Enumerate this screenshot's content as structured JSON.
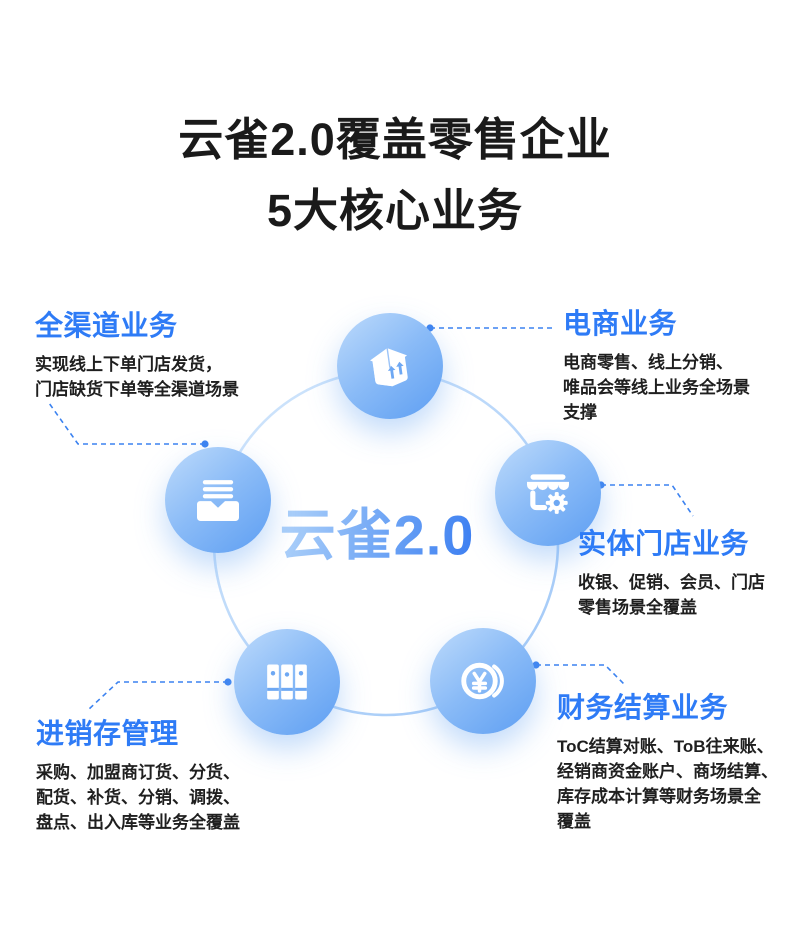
{
  "page": {
    "title_line1": "云雀2.0覆盖零售企业",
    "title_line2": "5大核心业务"
  },
  "center": {
    "label": "云雀2.0"
  },
  "colors": {
    "accent_blue": "#2e7bf6",
    "headline_text": "#1a1a1a",
    "desc_text": "#1f1f1f",
    "connector_blue": "#3b82f0",
    "node_grad_a": "#bedbfb",
    "node_grad_b": "#5d9ef2",
    "center_grad_a": "#a9cef9",
    "center_grad_b": "#3a7df1",
    "ring_a": "#d3e7fc",
    "ring_b": "#9fc7f7",
    "icon_inner_blue": "#6ea8f3"
  },
  "nodes": [
    {
      "id": "omni-channel",
      "icon": "inbox-tray-icon",
      "title": "全渠道业务",
      "description": [
        "实现线上下单门店发货，",
        "门店缺货下单等全渠道场景"
      ]
    },
    {
      "id": "ecommerce",
      "icon": "package-box-icon",
      "title": "电商业务",
      "description": [
        "电商零售、线上分销、",
        "唯品会等线上业务全场景",
        "支撑"
      ]
    },
    {
      "id": "physical-store",
      "icon": "storefront-gear-icon",
      "title": "实体门店业务",
      "description": [
        "收银、促销、会员、门店",
        "零售场景全覆盖"
      ]
    },
    {
      "id": "inventory-management",
      "icon": "binders-icon",
      "title": "进销存管理",
      "description": [
        "采购、加盟商订货、分货、",
        "配货、补货、分销、调拨、",
        "盘点、出入库等业务全覆盖"
      ]
    },
    {
      "id": "finance-settlement",
      "icon": "yen-coin-icon",
      "title": "财务结算业务",
      "description": [
        "ToC结算对账、ToB往来账、",
        "经销商资金账户、商场结算、",
        "库存成本计算等财务场景全",
        "覆盖"
      ]
    }
  ]
}
